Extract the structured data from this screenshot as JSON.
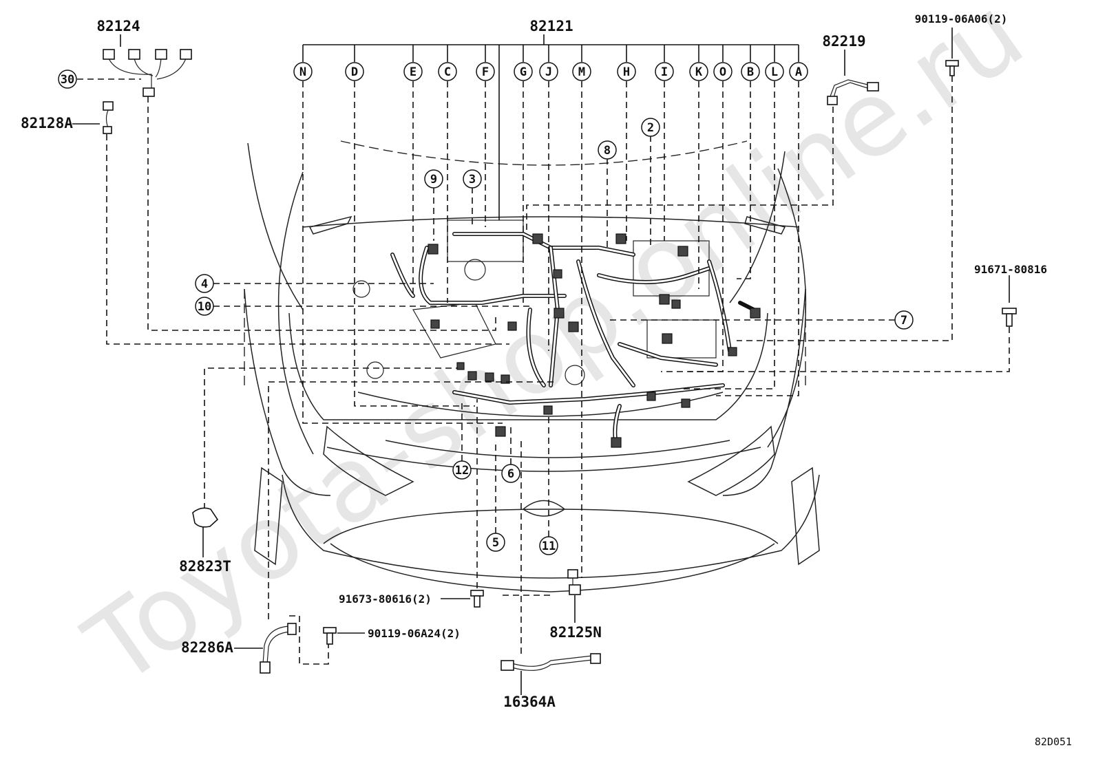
{
  "watermark": "Toyota-shop.online.ru",
  "diagram_code": "82D051",
  "part_labels": {
    "p82121": "82121",
    "p82124": "82124",
    "p82128A": "82128A",
    "p82219": "82219",
    "p90119_06A06": "90119-06A06(2)",
    "p91671_80816": "91671-80816",
    "p82823T": "82823T",
    "p91673_80616": "91673-80616(2)",
    "p90119_06A24": "90119-06A24(2)",
    "p82286A": "82286A",
    "p82125N": "82125N",
    "p16364A": "16364A"
  },
  "branch_letters": {
    "N": "N",
    "D": "D",
    "E": "E",
    "C": "C",
    "F": "F",
    "G": "G",
    "J": "J",
    "M": "M",
    "H": "H",
    "I": "I",
    "K": "K",
    "O": "O",
    "B": "B",
    "L": "L",
    "A": "A"
  },
  "callouts": {
    "c30": "30",
    "c2": "2",
    "c3": "3",
    "c4": "4",
    "c5": "5",
    "c6": "6",
    "c7": "7",
    "c8": "8",
    "c9": "9",
    "c10": "10",
    "c11": "11",
    "c12": "12"
  }
}
